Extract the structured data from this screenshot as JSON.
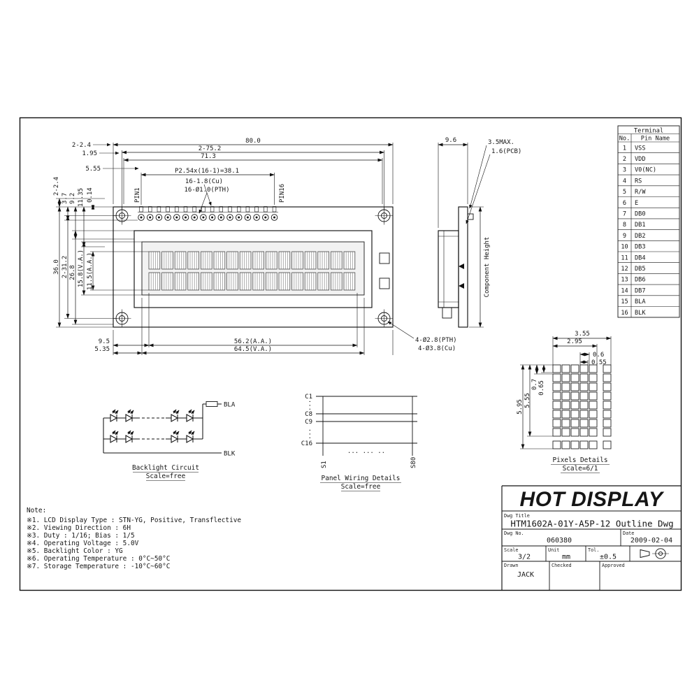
{
  "front_view": {
    "d_80": "80.0",
    "d_2_75_2": "2-75.2",
    "d_71_3": "71.3",
    "d_2_2_4_top": "2-2.4",
    "d_1_95": "1.95",
    "d_5_55": "5.55",
    "d_pitch": "P2.54x(16-1)=38.1",
    "d_pads": "16-1.8(Cu)",
    "d_holes": "16-Ø1.0(PTH)",
    "pin1": "PIN1",
    "pin16": "PIN16",
    "d_2_2_4_left": "2-2.4",
    "d_3_7": "3.7",
    "d_9_2": "9.2",
    "d_11_35": "11.35",
    "d_0_14": "0.14",
    "d_36_0": "36.0",
    "d_2_31_2": "2-31.2",
    "d_26_8": "26.8",
    "d_15_8_va": "15.8(V.A.)",
    "d_11_5_aa": "11.5(A.A.)",
    "d_9_5": "9.5",
    "d_5_35": "5.35",
    "d_56_2_aa": "56.2(A.A.)",
    "d_64_5_va": "64.5(V.A.)",
    "callout_pth": "4-Ø2.8(PTH)",
    "callout_cu": "4-Ø3.8(Cu)"
  },
  "side_view": {
    "d_9_6": "9.6",
    "d_3_5_max": "3.5MAX.",
    "d_1_6_pcb": "1.6(PCB)",
    "component_height": "Component Height"
  },
  "terminal_table": {
    "title": "Terminal",
    "col_no": "No.",
    "col_pin_name": "Pin Name",
    "rows": [
      {
        "no": "1",
        "name": "VSS"
      },
      {
        "no": "2",
        "name": "VDD"
      },
      {
        "no": "3",
        "name": "V0(NC)"
      },
      {
        "no": "4",
        "name": "RS"
      },
      {
        "no": "5",
        "name": "R/W"
      },
      {
        "no": "6",
        "name": "E"
      },
      {
        "no": "7",
        "name": "DB0"
      },
      {
        "no": "8",
        "name": "DB1"
      },
      {
        "no": "9",
        "name": "DB2"
      },
      {
        "no": "10",
        "name": "DB3"
      },
      {
        "no": "11",
        "name": "DB4"
      },
      {
        "no": "12",
        "name": "DB5"
      },
      {
        "no": "13",
        "name": "DB6"
      },
      {
        "no": "14",
        "name": "DB7"
      },
      {
        "no": "15",
        "name": "BLA"
      },
      {
        "no": "16",
        "name": "BLK"
      }
    ]
  },
  "pixels_details": {
    "title": "Pixels Details",
    "scale": "Scale=6/1",
    "d_3_55": "3.55",
    "d_2_95": "2.95",
    "d_0_6": "0.6",
    "d_0_55": "0.55",
    "d_5_95": "5.95",
    "d_5_55": "5.55",
    "d_0_7": "0.7",
    "d_0_65": "0.65"
  },
  "backlight_circuit": {
    "title": "Backlight Circuit",
    "scale": "Scale=free",
    "bla": "BLA",
    "blk": "BLK"
  },
  "panel_wiring": {
    "title": "Panel Wiring Details",
    "scale": "Scale=free",
    "c1": "C1",
    "c8": "C8",
    "c9": "C9",
    "c16": "C16",
    "s1": "S1",
    "s80": "S80",
    "col_dots": "...",
    "row_dots": "... ... .."
  },
  "notes": {
    "header": "Note:",
    "items": [
      "※1. LCD Display Type : STN-YG, Positive, Transflective",
      "※2. Viewing Direction : 6H",
      "※3. Duty : 1/16; Bias : 1/5",
      "※4. Operating Voltage : 5.0V",
      "※5. Backlight Color : YG",
      "※6. Operating Temperature : 0°C~50°C",
      "※7. Storage Temperature : -10°C~60°C"
    ]
  },
  "title_block": {
    "company": "HOT DISPLAY",
    "dwg_title_label": "Dwg Title",
    "dwg_title": "HTM1602A-01Y-A5P-12 Outline Dwg",
    "dwg_no_label": "Dwg No.",
    "dwg_no": "060380",
    "date_label": "Date",
    "date": "2009-02-04",
    "scale_label": "Scale",
    "scale": "3/2",
    "unit_label": "Unit",
    "unit": "mm",
    "tol_label": "Tol.",
    "tol": "±0.5",
    "drawn_label": "Drawn",
    "drawn": "JACK",
    "checked_label": "Checked",
    "approved_label": "Approved"
  }
}
